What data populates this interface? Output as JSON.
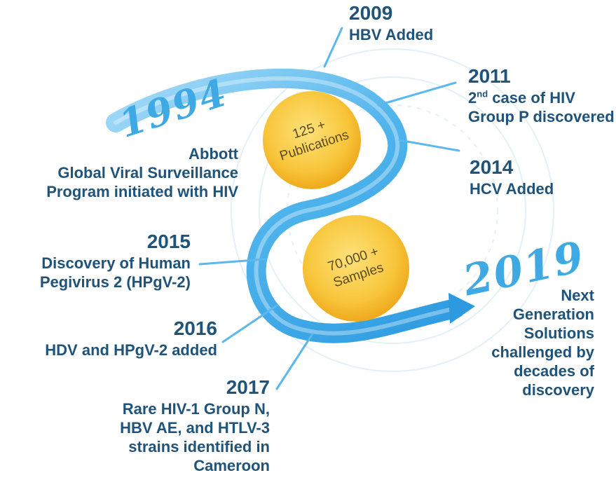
{
  "start": {
    "year": "1994",
    "text_lines": [
      "Abbott",
      "Global Viral Surveillance",
      "Program initiated with HIV"
    ]
  },
  "stats": [
    {
      "lines": [
        "125 +",
        "Publications"
      ]
    },
    {
      "lines": [
        "70,000 +",
        "Samples"
      ]
    }
  ],
  "milestones": [
    {
      "year": "2009",
      "lines": [
        "HBV Added"
      ]
    },
    {
      "year": "2011",
      "lines": [
        "case of HIV",
        "Group P discovered"
      ],
      "first_prefix": "2",
      "first_sup": "nd"
    },
    {
      "year": "2014",
      "lines": [
        "HCV Added"
      ]
    },
    {
      "year": "2015",
      "lines": [
        "Discovery of Human",
        "Pegivirus 2 (HPgV-2)"
      ]
    },
    {
      "year": "2016",
      "lines": [
        "HDV and HPgV-2 added"
      ]
    },
    {
      "year": "2017",
      "lines": [
        "Rare HIV-1 Group N,",
        "HBV AE, and HTLV-3",
        "strains identified in",
        "Cameroon"
      ]
    }
  ],
  "end": {
    "year": "2019",
    "text_lines": [
      "Next",
      "Generation",
      "Solutions",
      "challenged by",
      "decades of",
      "discovery"
    ]
  },
  "colors": {
    "text": "#1f5379",
    "path": "#4fb4ec",
    "path_light": "#a8dcf8",
    "year_big": "#3fa9e4",
    "circle": "#f6b92b",
    "circle_light": "#fde27a"
  }
}
